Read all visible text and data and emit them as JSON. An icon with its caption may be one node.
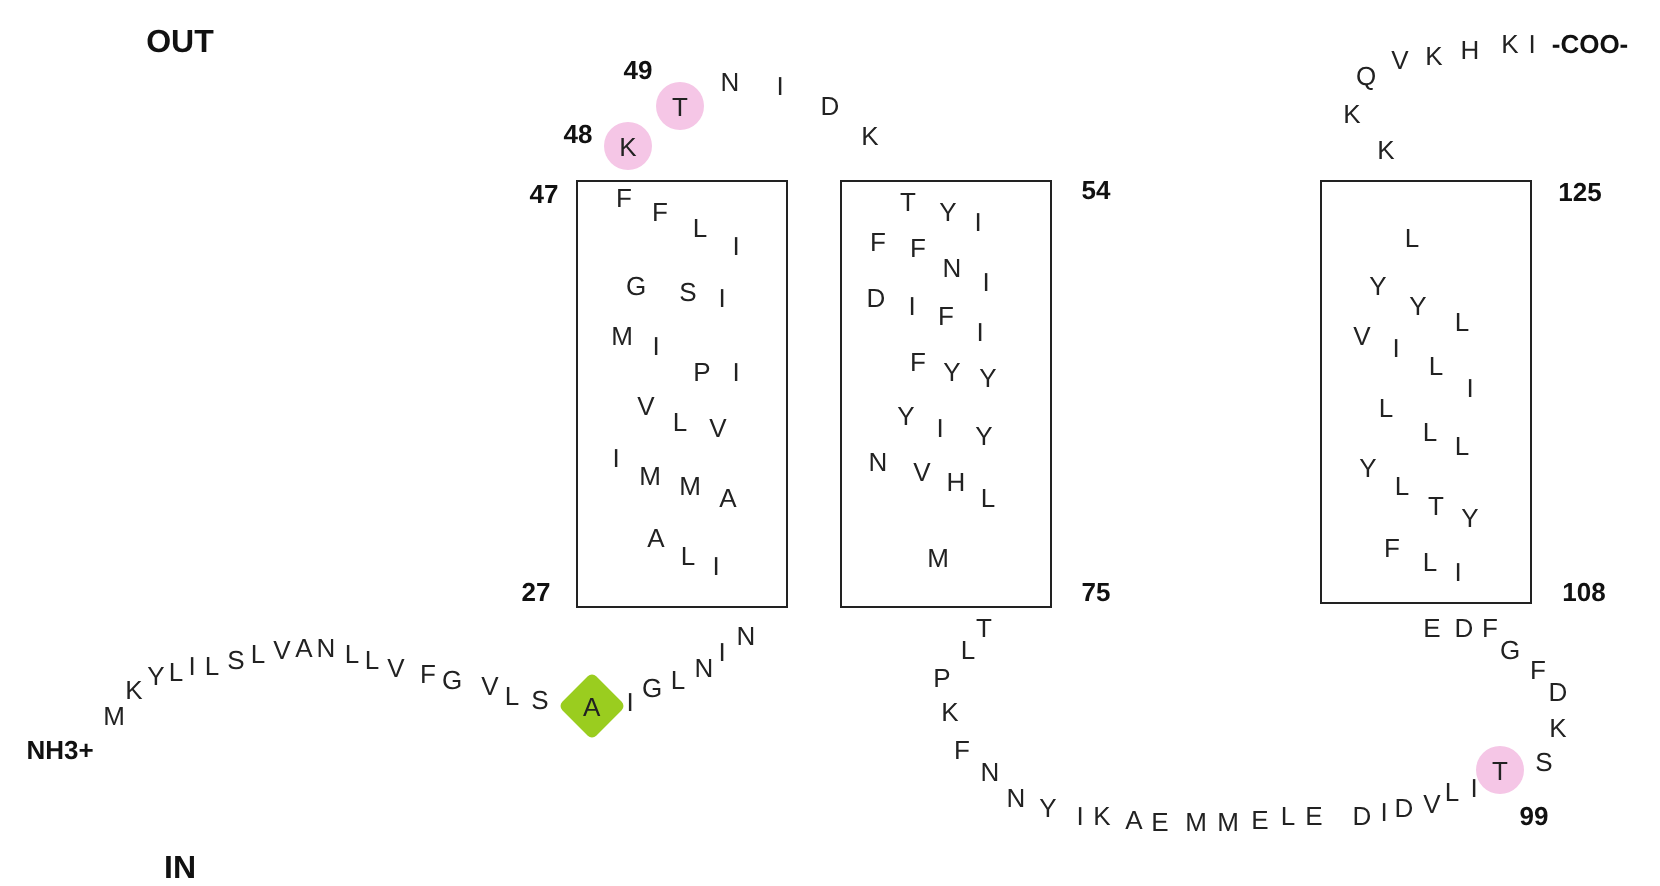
{
  "diagram": {
    "nodes": [
      {
        "text": [
          "F",
          "F",
          "L",
          "I",
          "G",
          "S",
          "I",
          "M",
          "I",
          "P",
          "I",
          "V",
          "L",
          "V",
          "I",
          "M",
          "M",
          "A",
          "A",
          "L",
          "I"
        ],
        "beside": [
          "47",
          "27"
        ]
      },
      {
        "text": [
          "T",
          "Y",
          "I",
          "F",
          "F",
          "N",
          "I",
          "D",
          "I",
          "F",
          "I",
          "F",
          "Y",
          "Y",
          "Y",
          "I",
          "Y",
          "N",
          "V",
          "H",
          "L",
          "M"
        ],
        "beside": [
          "54",
          "75"
        ]
      },
      {
        "text": [
          "L",
          "Y",
          "Y",
          "L",
          "V",
          "I",
          "L",
          "I",
          "L",
          "L",
          "L",
          "Y",
          "L",
          "T",
          "Y",
          "F",
          "L",
          "I"
        ],
        "beside": [
          "125",
          "108"
        ]
      },
      {
        "text": [
          "K"
        ],
        "beside": [
          "48"
        ]
      },
      {
        "text": [
          "T"
        ],
        "beside": [
          "49"
        ]
      },
      {
        "text": [
          "A"
        ]
      },
      {
        "text": [
          "T"
        ],
        "beside": [
          "99"
        ]
      }
    ],
    "labels": [
      "OUT",
      "NIDK",
      "QVKHKI",
      "-COO-",
      "K",
      "K",
      "NH3+",
      "MKYLILSLVANLLVFGVLS",
      "IGLNIN",
      "TLPKFNNYIKAEMMELEDIDVLI",
      "EDFGFD",
      "K",
      "S",
      "IN"
    ]
  }
}
